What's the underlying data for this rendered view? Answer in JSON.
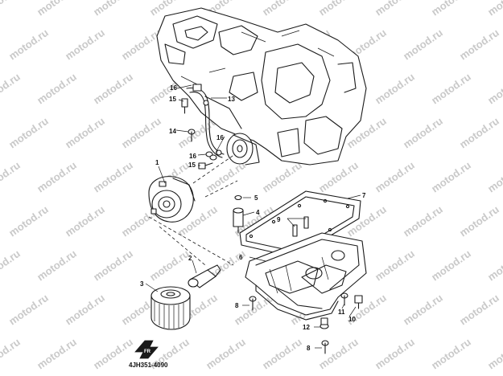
{
  "diagram": {
    "watermark_text": "motod.ru",
    "figure_code": "4JH351-4090",
    "direction_badge": "FR",
    "callouts": [
      "1",
      "2",
      "3",
      "4",
      "5",
      "6",
      "7",
      "8",
      "9",
      "10",
      "11",
      "12",
      "13",
      "14",
      "15",
      "16"
    ],
    "colors": {
      "ink": "#1a1a1a",
      "watermark": "#c9c9c9",
      "background": "#ffffff"
    }
  }
}
